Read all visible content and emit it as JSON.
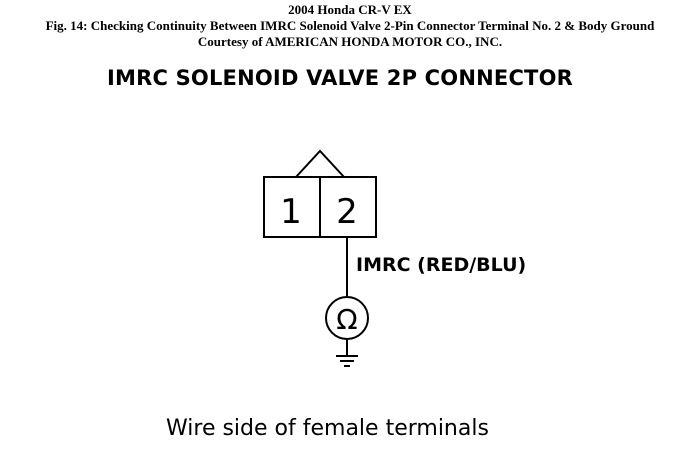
{
  "header": {
    "line1": "2004 Honda CR-V EX",
    "line2": "Fig. 14: Checking Continuity Between IMRC Solenoid Valve 2-Pin Connector Terminal No. 2 & Body Ground",
    "line3": "Courtesy of AMERICAN HONDA MOTOR CO., INC."
  },
  "diagram": {
    "title": "IMRC SOLENOID VALVE 2P CONNECTOR",
    "terminals": [
      "1",
      "2"
    ],
    "wire_label": "IMRC (RED/BLU)",
    "meter_symbol": "Ω",
    "caption": "Wire side of female terminals"
  }
}
